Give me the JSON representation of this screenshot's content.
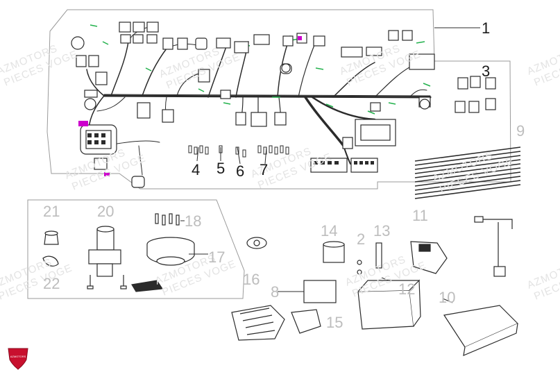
{
  "callouts": [
    {
      "id": "1",
      "text": "1"
    },
    {
      "id": "2",
      "text": "2"
    },
    {
      "id": "3",
      "text": "3"
    },
    {
      "id": "4",
      "text": "4"
    },
    {
      "id": "5",
      "text": "5"
    },
    {
      "id": "6",
      "text": "6"
    },
    {
      "id": "7",
      "text": "7"
    },
    {
      "id": "8",
      "text": "8"
    },
    {
      "id": "9",
      "text": "9"
    },
    {
      "id": "10",
      "text": "10"
    },
    {
      "id": "11",
      "text": "11"
    },
    {
      "id": "12",
      "text": "12"
    },
    {
      "id": "13",
      "text": "13"
    },
    {
      "id": "14",
      "text": "14"
    },
    {
      "id": "15",
      "text": "15"
    },
    {
      "id": "16",
      "text": "16"
    },
    {
      "id": "17",
      "text": "17"
    },
    {
      "id": "18",
      "text": "18"
    },
    {
      "id": "20",
      "text": "20"
    },
    {
      "id": "21",
      "text": "21"
    },
    {
      "id": "22",
      "text": "22"
    }
  ],
  "watermark": {
    "line1": "AZMOTORS",
    "line2": "PIECES VOGE"
  },
  "logo": {
    "text": "AZMOTORS"
  },
  "colors": {
    "line": "#2b2b2b",
    "wire_green": "#22b14c",
    "magenta": "#cc00cc",
    "logo_red": "#c8102e",
    "panel": "#999999"
  }
}
